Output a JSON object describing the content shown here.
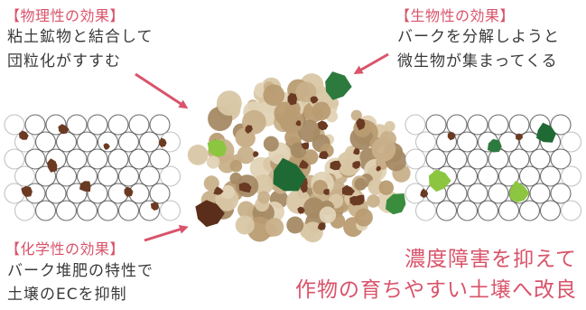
{
  "physical": {
    "heading": "【物理性の効果】",
    "line1": "粘土鉱物と結合して",
    "line2": "団粒化がすすむ"
  },
  "biological": {
    "heading": "【生物性の効果】",
    "line1": "バークを分解しようと",
    "line2": "微生物が集まってくる"
  },
  "chemical": {
    "heading": "【化学性の効果】",
    "line1": "バーク堆肥の特性で",
    "line2": "土壌のECを抑制"
  },
  "conclusion": {
    "line1": "濃度障害を抑えて",
    "line2": "作物の育ちやすい土壌へ改良"
  },
  "colors": {
    "accent": "#d9536a",
    "text": "#3a3a3a",
    "grain_tan": "#c8b08a",
    "grain_light": "#d9c7a5",
    "grain_dark": "#a58a64",
    "bark": "#6b3a22",
    "microbe_dark": "#2d7a3e",
    "microbe_light": "#8cc640",
    "ring": "#555555"
  },
  "icons": {
    "arrow": "arrow-icon",
    "bark": "bark-particle-icon",
    "microbe": "microbe-icon"
  }
}
